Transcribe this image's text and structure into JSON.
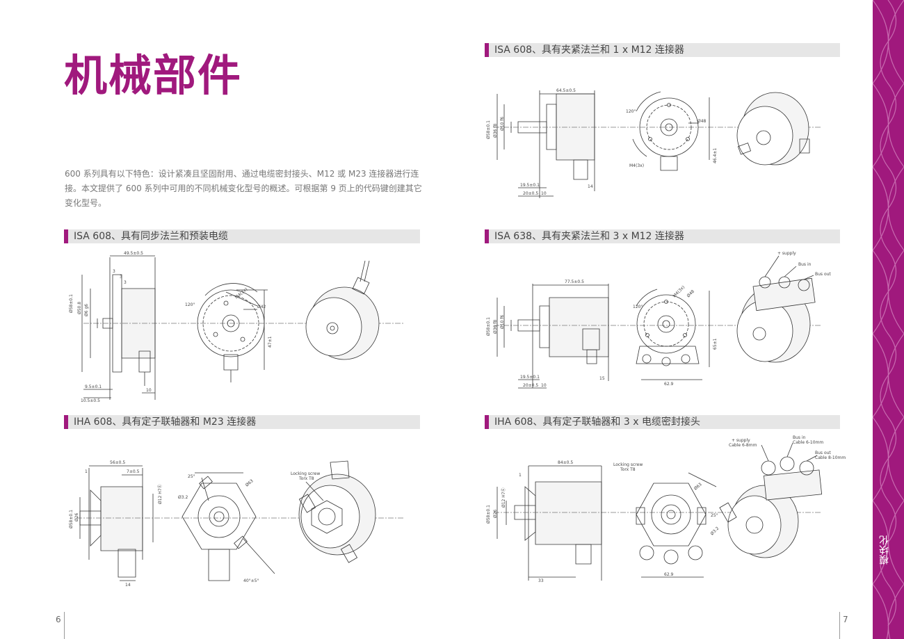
{
  "page": {
    "title": "机械部件",
    "intro": "600 系列具有以下特色：设计紧凑且坚固耐用、通过电缆密封接头、M12 或 M23 连接器进行连接。本文提供了 600 系列中可用的不同机械变化型号的概述。可根据第 9 页上的代码键创建其它变化型号。",
    "page_left": "6",
    "page_right": "7",
    "side_label": "模块化"
  },
  "sections": {
    "s1": {
      "heading": "ISA 608、具有同步法兰和预装电缆",
      "labels": {
        "l1": "49.5±0.5",
        "l2": "3",
        "l3": "3",
        "l4": "3",
        "l5": "Ø58±0.1",
        "l6": "Ø50.8",
        "l7": "Ø6 g6",
        "l8": "9.5±0.1",
        "l9": "10.5±0.5",
        "l10": "10",
        "l11": "120°",
        "l12": "M4(3x)",
        "l13": "Ø42",
        "l14": "47±1"
      }
    },
    "s2": {
      "heading": "IHA 608、具有定子联轴器和 M23 连接器",
      "labels": {
        "l1": "56±0.5",
        "l2": "1",
        "l3": "7±0.5",
        "l4": "Ø58±0.1",
        "l5": "Ø26",
        "l6": "Ø12 H7Ⓔ",
        "l7": "14",
        "l8": "25°",
        "l9": "Ø3.2",
        "l10": "Ø63",
        "l11": "40°±5°",
        "l12": "Locking screw",
        "l13": "Torx T8"
      }
    },
    "s3": {
      "heading": "ISA 608、具有夹紧法兰和 1 x M12 连接器",
      "labels": {
        "l1": "64.5±0.5",
        "l2": "Ø58±0.1",
        "l3": "Ø36 f8",
        "l4": "Ø10 f6",
        "l5": "19.5±0.1",
        "l6": "20±0.5",
        "l7": "10",
        "l8": "14",
        "l9": "120°",
        "l10": "Ø48",
        "l11": "M4(3x)",
        "l12": "46.4±1"
      }
    },
    "s4": {
      "heading": "ISA 638、具有夹紧法兰和 3 x M12 连接器",
      "labels": {
        "l1": "77.5±0.5",
        "l2": "Ø58±0.1",
        "l3": "Ø36 f8",
        "l4": "Ø10 f6",
        "l5": "19.5±0.1",
        "l6": "20±0.5",
        "l7": "10",
        "l8": "15",
        "l9": "120°",
        "l10": "M4(3x)",
        "l11": "Ø48",
        "l12": "65±1",
        "l13": "62.9",
        "l14": "+ supply",
        "l15": "Bus in",
        "l16": "Bus out"
      }
    },
    "s5": {
      "heading": "IHA 608、具有定子联轴器和 3 x 电缆密封接头",
      "labels": {
        "l1": "84±0.5",
        "l2": "1",
        "l3": "Ø58±0.1",
        "l4": "Ø26",
        "l5": "Ø12 H7Ⓔ",
        "l6": "33",
        "l7": "Locking screw",
        "l8": "Torx T8",
        "l9": "Ø63",
        "l10": "25°",
        "l11": "Ø3.2",
        "l12": "62.9",
        "l13": "+ supply",
        "l14": "Cable 6-8mm",
        "l15": "Bus in",
        "l16": "Cable 6-10mm",
        "l17": "Bus out",
        "l18": "Cable 8-10mm"
      }
    }
  }
}
